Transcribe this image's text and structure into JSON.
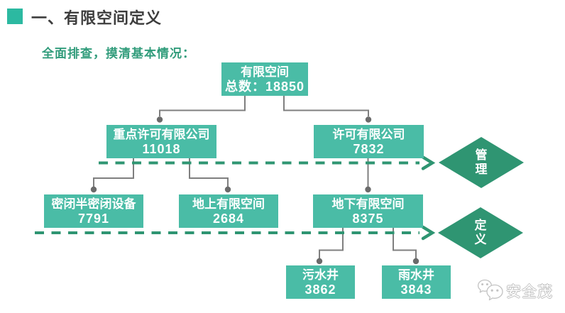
{
  "header": {
    "title": "一、有限空间定义",
    "subtitle": "全面排查，摸清基本情况："
  },
  "tree": {
    "nodes": [
      {
        "id": "total",
        "label": "有限空间",
        "value": "总数：18850"
      },
      {
        "id": "key-licensed",
        "label": "重点许可有限公司",
        "value": "11018"
      },
      {
        "id": "licensed",
        "label": "许可有限公司",
        "value": "7832"
      },
      {
        "id": "enclosed",
        "label": "密闭半密闭设备",
        "value": "7791"
      },
      {
        "id": "above-ground",
        "label": "地上有限空间",
        "value": "2684"
      },
      {
        "id": "under-ground",
        "label": "地下有限空间",
        "value": "8375"
      },
      {
        "id": "sewage-well",
        "label": "污水井",
        "value": "3862"
      },
      {
        "id": "rain-well",
        "label": "雨水井",
        "value": "3843"
      }
    ]
  },
  "diamonds": [
    {
      "id": "management",
      "label": "管理"
    },
    {
      "id": "definition",
      "label": "定义"
    }
  ],
  "watermark": {
    "text": "安全茂",
    "icon": "wechat-logo"
  },
  "colors": {
    "node_fill": "#4abca6",
    "diamond_fill": "#2f9572",
    "dashed_arrow": "#2f9572",
    "connector": "#7f7f7f",
    "title_text": "#3d3d3d",
    "subtitle_text": "#319c7b",
    "title_bullet": "#2cb9a1"
  }
}
